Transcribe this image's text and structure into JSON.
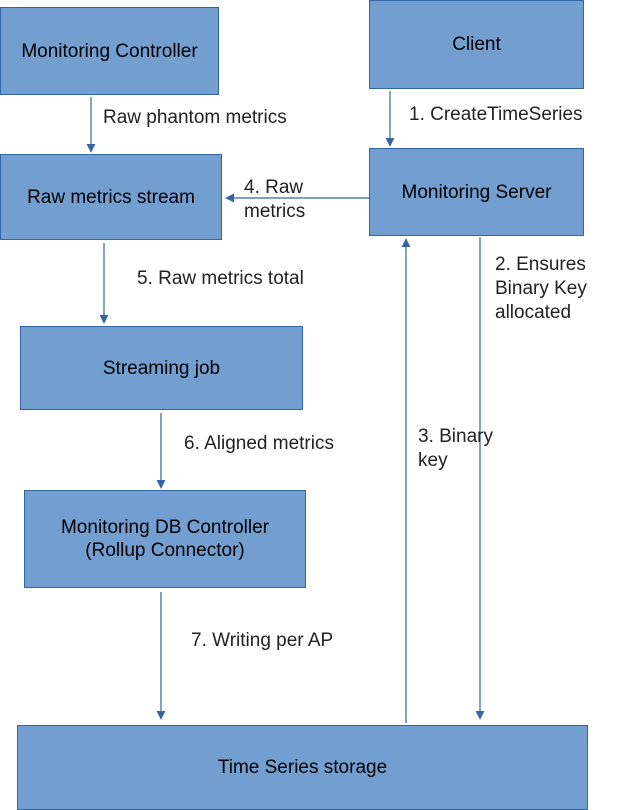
{
  "nodes": {
    "monitoring_controller": "Monitoring Controller",
    "client": "Client",
    "raw_metrics_stream": "Raw metrics stream",
    "monitoring_server": "Monitoring Server",
    "streaming_job": "Streaming job",
    "monitoring_db_controller_line1": "Monitoring DB Controller",
    "monitoring_db_controller_line2": "(Rollup Connector)",
    "time_series_storage": "Time Series storage"
  },
  "edges": {
    "raw_phantom_metrics": "Raw phantom metrics",
    "create_time_series": "1. CreateTimeSeries",
    "raw_metrics_line1": "4. Raw",
    "raw_metrics_line2": "metrics",
    "ensures_line1": "2. Ensures",
    "ensures_line2": "Binary Key",
    "ensures_line3": "allocated",
    "raw_metrics_total": "5. Raw metrics total",
    "aligned_metrics": "6. Aligned metrics",
    "binary_key_line1": "3. Binary",
    "binary_key_line2": "key",
    "writing_per_ap": "7. Writing per AP"
  },
  "colors": {
    "node_fill": "#729fcf",
    "node_border": "#3465a4",
    "edge": "#3465a4"
  }
}
